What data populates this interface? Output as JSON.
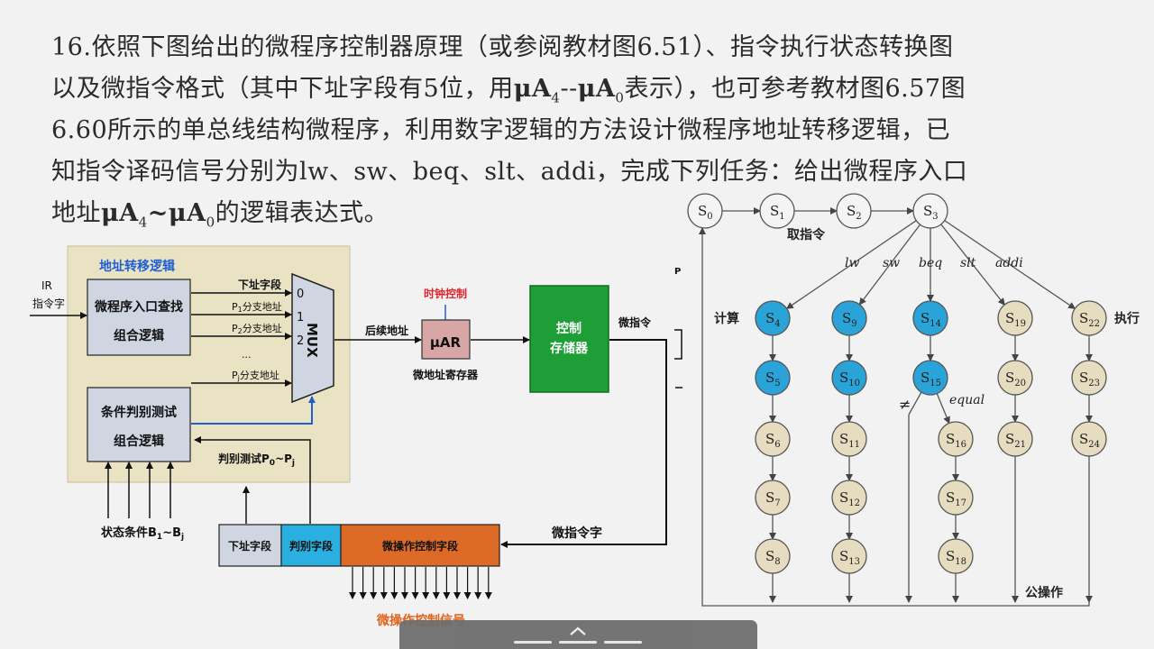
{
  "question": {
    "line1": "16.依照下图给出的微程序控制器原理（或参阅教材图6.51）、指令执行状态转换图",
    "line2_pre": "以及微指令格式（其中下址字段有5位，用",
    "line2_mid": "--",
    "line2_post": "表示），也可参考教材图6.57图",
    "line3": "6.60所示的单总线结构微程序，利用数字逻辑的方法设计微程序地址转移逻辑，已",
    "line4": "知指令译码信号分别为lw、sw、beq、slt、addi，完成下列任务：给出微程序入口",
    "line5_pre": "地址",
    "line5_mid": "~",
    "line5_post": "的逻辑表达式。",
    "mu": "μA",
    "sub_high": "4",
    "sub_low": "0"
  },
  "controller": {
    "title": "地址转移逻辑",
    "ir_label": "IR",
    "ir_sub": "指令字",
    "entry_line1": "微程序入口查找",
    "entry_line2": "组合逻辑",
    "cond_line1": "条件判别测试",
    "cond_line2": "组合逻辑",
    "status_label": "状态条件B",
    "status_sub1": "1",
    "status_tilde": "~B",
    "status_subj": "j",
    "test_label": "判别测试P",
    "test_sub0": "0",
    "test_tilde": "~P",
    "test_subj": "j",
    "mux_in0": "下址字段",
    "mux_in1": "P",
    "mux_in1_sub": "1",
    "mux_in1_rest": "分支地址",
    "mux_in2": "P",
    "mux_in2_sub": "2",
    "mux_in2_rest": "分支地址",
    "mux_dots": "...",
    "mux_inj": "P",
    "mux_inj_sub": "j",
    "mux_inj_rest": "分支地址",
    "mux_n0": "0",
    "mux_n1": "1",
    "mux_n2": "2",
    "mux_label": "MUX",
    "next_addr": "后续地址",
    "clock": "时钟控制",
    "uar": "μAR",
    "uar_caption": "微地址寄存器",
    "store_line1": "控制",
    "store_line2": "存储器",
    "micro_instr": "微指令",
    "micro_word": "微指令字",
    "field_next": "下址字段",
    "field_test": "判别字段",
    "field_ops": "微操作控制字段",
    "signals": "微操作控制信号",
    "side_p": "P"
  },
  "fsm": {
    "fetch": "取指令",
    "compute": "计算",
    "execute": "执行",
    "common": "公操作",
    "neq": "≠",
    "equal": "equal",
    "branches": [
      "lw",
      "sw",
      "beq",
      "slt",
      "addi"
    ],
    "states": {
      "s0": "0",
      "s1": "1",
      "s2": "2",
      "s3": "3",
      "s4": "4",
      "s5": "5",
      "s6": "6",
      "s7": "7",
      "s8": "8",
      "s9": "9",
      "s10": "10",
      "s11": "11",
      "s12": "12",
      "s13": "13",
      "s14": "14",
      "s15": "15",
      "s16": "16",
      "s17": "17",
      "s18": "18",
      "s19": "19",
      "s20": "20",
      "s21": "21",
      "s22": "22",
      "s23": "23",
      "s24": "24"
    },
    "state_letter": "S"
  },
  "colors": {
    "blue_state": "#2aa4d8",
    "tan_state": "#e6dcc0",
    "store_green": "#1e9e36",
    "field_orange": "#dd6a26",
    "field_cyan": "#2ab0e0",
    "uar_pink": "#d9a6a6",
    "logic_bg": "#e9e2c3",
    "title_blue": "#1f5fd6",
    "signal_orange": "#e2621b",
    "clock_red": "#e0252d"
  },
  "dock_icon": "chevron-up-icon"
}
